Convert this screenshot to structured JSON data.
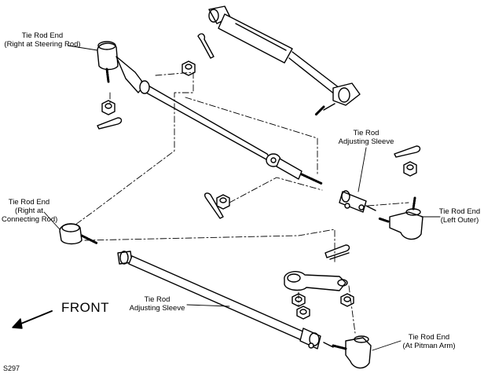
{
  "labels": {
    "tie_rod_end_right_steering": [
      "Tie Rod End",
      "(Right at Steering Rod)"
    ],
    "tie_rod_adjusting_sleeve_upper": [
      "Tie Rod",
      "Adjusting Sleeve"
    ],
    "tie_rod_end_left_outer": [
      "Tie Rod End",
      "(Left Outer)"
    ],
    "tie_rod_end_right_connecting": [
      "Tie Rod End",
      "(Right at",
      "Connecting Rod)"
    ],
    "tie_rod_adjusting_sleeve_lower": [
      "Tie Rod",
      "Adjusting Sleeve"
    ],
    "tie_rod_end_pitman": [
      "Tie Rod End",
      "(At Pitman Arm)"
    ],
    "front": "FRONT",
    "figure_code": "S297"
  },
  "colors": {
    "ink": "#000000",
    "paper": "#ffffff"
  },
  "icons": {
    "direction": "arrow-down-left-icon"
  }
}
